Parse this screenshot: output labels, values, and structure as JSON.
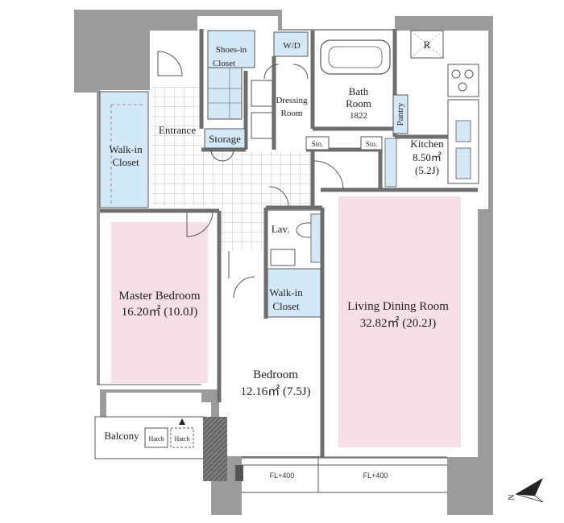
{
  "rooms": {
    "shoes_closet": {
      "l1": "Shoes-in",
      "l2": "Closet"
    },
    "wd": "W/D",
    "r": "R",
    "bath": {
      "l1": "Bath",
      "l2": "Room",
      "l3": "1822"
    },
    "dressing": {
      "l1": "Dressing",
      "l2": "Room"
    },
    "pantry": "Pantry",
    "kitchen": {
      "l1": "Kitchen",
      "l2": "8.50㎡",
      "l3": "(5.2J)"
    },
    "entrance": "Entrance",
    "storage": "Storage",
    "sto1": "Sto.",
    "sto2": "Sto.",
    "walkin_left": {
      "l1": "Walk-in",
      "l2": "Closet"
    },
    "lav": "Lav.",
    "walkin_mid": {
      "l1": "Walk-in",
      "l2": "Closet"
    },
    "master": {
      "l1": "Master Bedroom",
      "l2": "16.20㎡  (10.0J)"
    },
    "living": {
      "l1": "Living Dining Room",
      "l2": "32.82㎡  (20.2J)"
    },
    "bedroom": {
      "l1": "Bedroom",
      "l2": "12.16㎡  (7.5J)"
    },
    "balcony": "Balcony",
    "hatch1": "Hatch",
    "hatch2": "Hatch",
    "fl1": "FL+400",
    "fl2": "FL+400",
    "compass_n": "N"
  },
  "colors": {
    "wall": "#9b9b9b",
    "closet_fill": "#d4e9f7",
    "bedroom_fill": "#f7dfe9",
    "tile_line": "#a8a8a8",
    "line": "#555555"
  }
}
